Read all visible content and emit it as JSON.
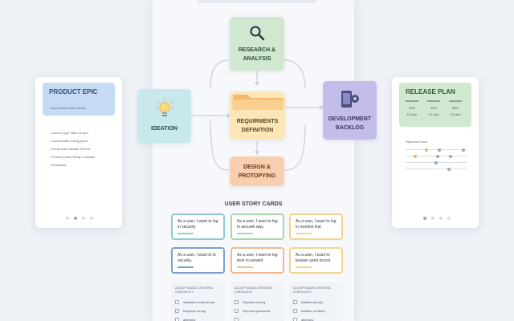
{
  "left_panel": {
    "title": "PRODUCT EPIC",
    "subtitle": "Easy access trade issues",
    "items": [
      "Users Login Table of card",
      "connectable posing plans",
      "Email trade details of trend",
      "Product paid Pricing of details",
      "Download"
    ]
  },
  "right_panel": {
    "title": "RELEASE PLAN",
    "columns": [
      {
        "pct": "32%",
        "time": "13.1km"
      },
      {
        "pct": "30%",
        "time": "13.1km"
      },
      {
        "pct": "36%",
        "time": "13.1km"
      }
    ],
    "tracks_label": "Resource bank",
    "colors": {
      "knob_a": "#f0b35e",
      "knob_b": "#8ab88a",
      "knob_c": "#9aa6c8"
    }
  },
  "nodes": {
    "research": {
      "label": "RESEARCH & ANALYSIS",
      "icon": "magnifier-icon",
      "color": "#cfe8cf"
    },
    "ideation": {
      "label": "IDEATION",
      "icon": "lightbulb-icon",
      "color": "#c9e8ec"
    },
    "requirements": {
      "label": "REQUIRMENTS DEFINITION",
      "icon": "folder-icon",
      "color": "#fbe6b8"
    },
    "development": {
      "label": "DEVELOPMENT BACKLOG",
      "icon": "tablet-gear-icon",
      "color": "#c3bde9"
    },
    "design": {
      "label": "DESIGN & PROTOPYING",
      "icon": "",
      "color": "#f8cfae"
    }
  },
  "stories": {
    "title": "USER STORY CARDS",
    "cards": [
      {
        "text": "As a user, I want to log in securily.",
        "border": "#8fcbd0",
        "accent": "#8fcbd0"
      },
      {
        "text": "As a user, I want to log in secureli way.",
        "border": "#a8d8a8",
        "accent": "#a8d8a8"
      },
      {
        "text": "As a user, I want to log in esolenti lest",
        "border": "#f3d58a",
        "accent": "#f3d58a"
      },
      {
        "text": "As a user, I want to in securily.",
        "border": "#7d9fd0",
        "accent": "#7d9fd0"
      },
      {
        "text": "As a user, I want to log tesh in sorwert",
        "border": "#f1b98f",
        "accent": "#f1b98f"
      },
      {
        "text": "As a user, I want to tesown send oncrst",
        "border": "#f3d58a",
        "accent": "#f3d58a"
      }
    ]
  },
  "checklists": [
    {
      "title": "ACCEPTANCE CRITERIA CHECKLIST",
      "items": [
        "Validates email format",
        "Requires strong",
        "attempts"
      ]
    },
    {
      "title": "ACCEPTANCE CRITERIA CHECKLIST",
      "items": [
        "Requires strong",
        "Requires password",
        ""
      ]
    },
    {
      "title": "ACCEPTANCE CRITERIA CHECKLIST",
      "items": [
        "Notifies (email)",
        "Notifies on failed",
        "attempts"
      ]
    }
  ]
}
